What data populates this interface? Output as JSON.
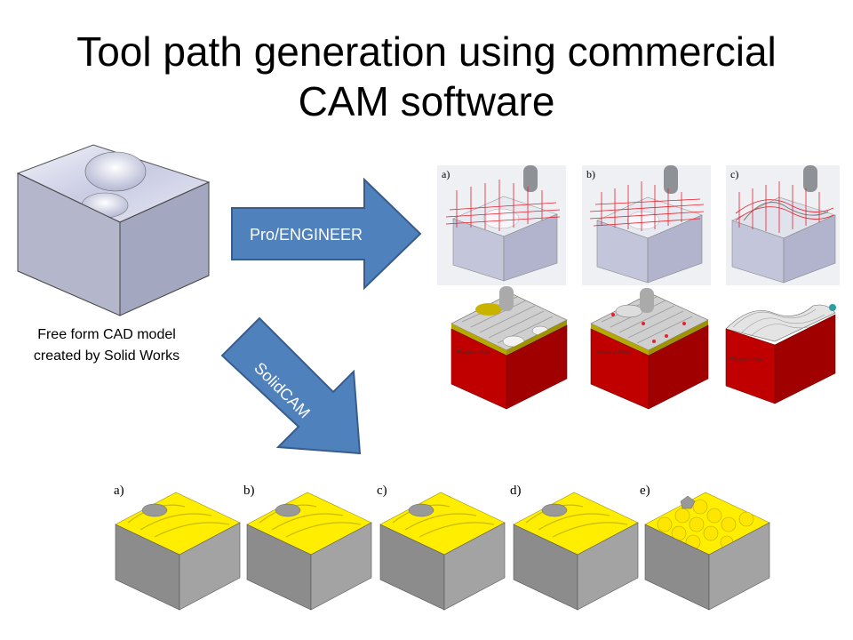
{
  "slide": {
    "title_line1": "Tool path generation using commercial",
    "title_line2": "CAM software"
  },
  "cad_model": {
    "caption_line1": "Free form CAD model",
    "caption_line2": "created by Solid Works"
  },
  "arrows": {
    "proengineer_label": "Pro/ENGINEER",
    "solidcam_label": "SolidCAM",
    "fill_color": "#4f81bd",
    "stroke_color": "#385d8a"
  },
  "proengineer_panels": {
    "letters": [
      "a)",
      "b)",
      "c)"
    ]
  },
  "solidcam_panels": {
    "letters": [
      "a)",
      "b)",
      "c)",
      "d)",
      "e)"
    ]
  },
  "colors": {
    "block_side": "#b9bcd2",
    "block_top": "#dcdff0",
    "toolpath_red": "#e8202a",
    "stock_red": "#c00000",
    "yellow": "#ffee00",
    "gray": "#8a8a8a"
  }
}
